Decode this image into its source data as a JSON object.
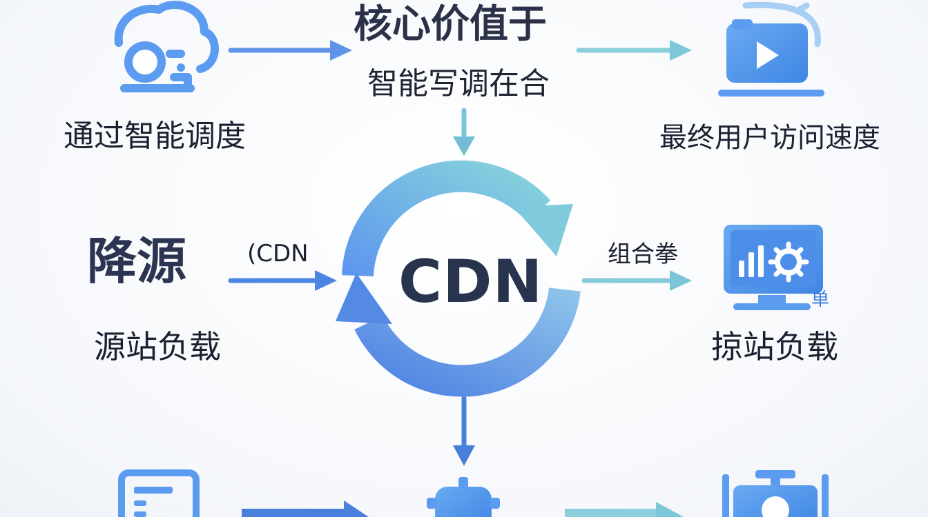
{
  "title": {
    "main": "核心价值于",
    "sub": "智能写调在合"
  },
  "nodes": {
    "top_left": {
      "icon": "cloud-support-icon",
      "label": "通过智能调度"
    },
    "top_right": {
      "icon": "video-screen-icon",
      "label": "最终用户访问速度"
    },
    "mid_left": {
      "big_text": "降源",
      "label": "源站负载"
    },
    "mid_right": {
      "icon": "monitor-gear-chart-icon",
      "label": "掠站负载",
      "badge": "单"
    },
    "bottom_left": {
      "icon": "document-icon"
    },
    "bottom_center": {
      "icon": "robot-icon"
    },
    "bottom_right": {
      "icon": "camera-frame-icon"
    }
  },
  "center": {
    "text": "CDN",
    "icon": "cycle-arrows-icon"
  },
  "edges": {
    "left_to_center_label": "(CDN",
    "center_to_right_label": "组合拳"
  },
  "colors": {
    "accent_blue": "#4a86e8",
    "accent_cyan": "#73c6d9",
    "icon_blue": "#5b9cf0",
    "text_dark": "#1c2030"
  }
}
